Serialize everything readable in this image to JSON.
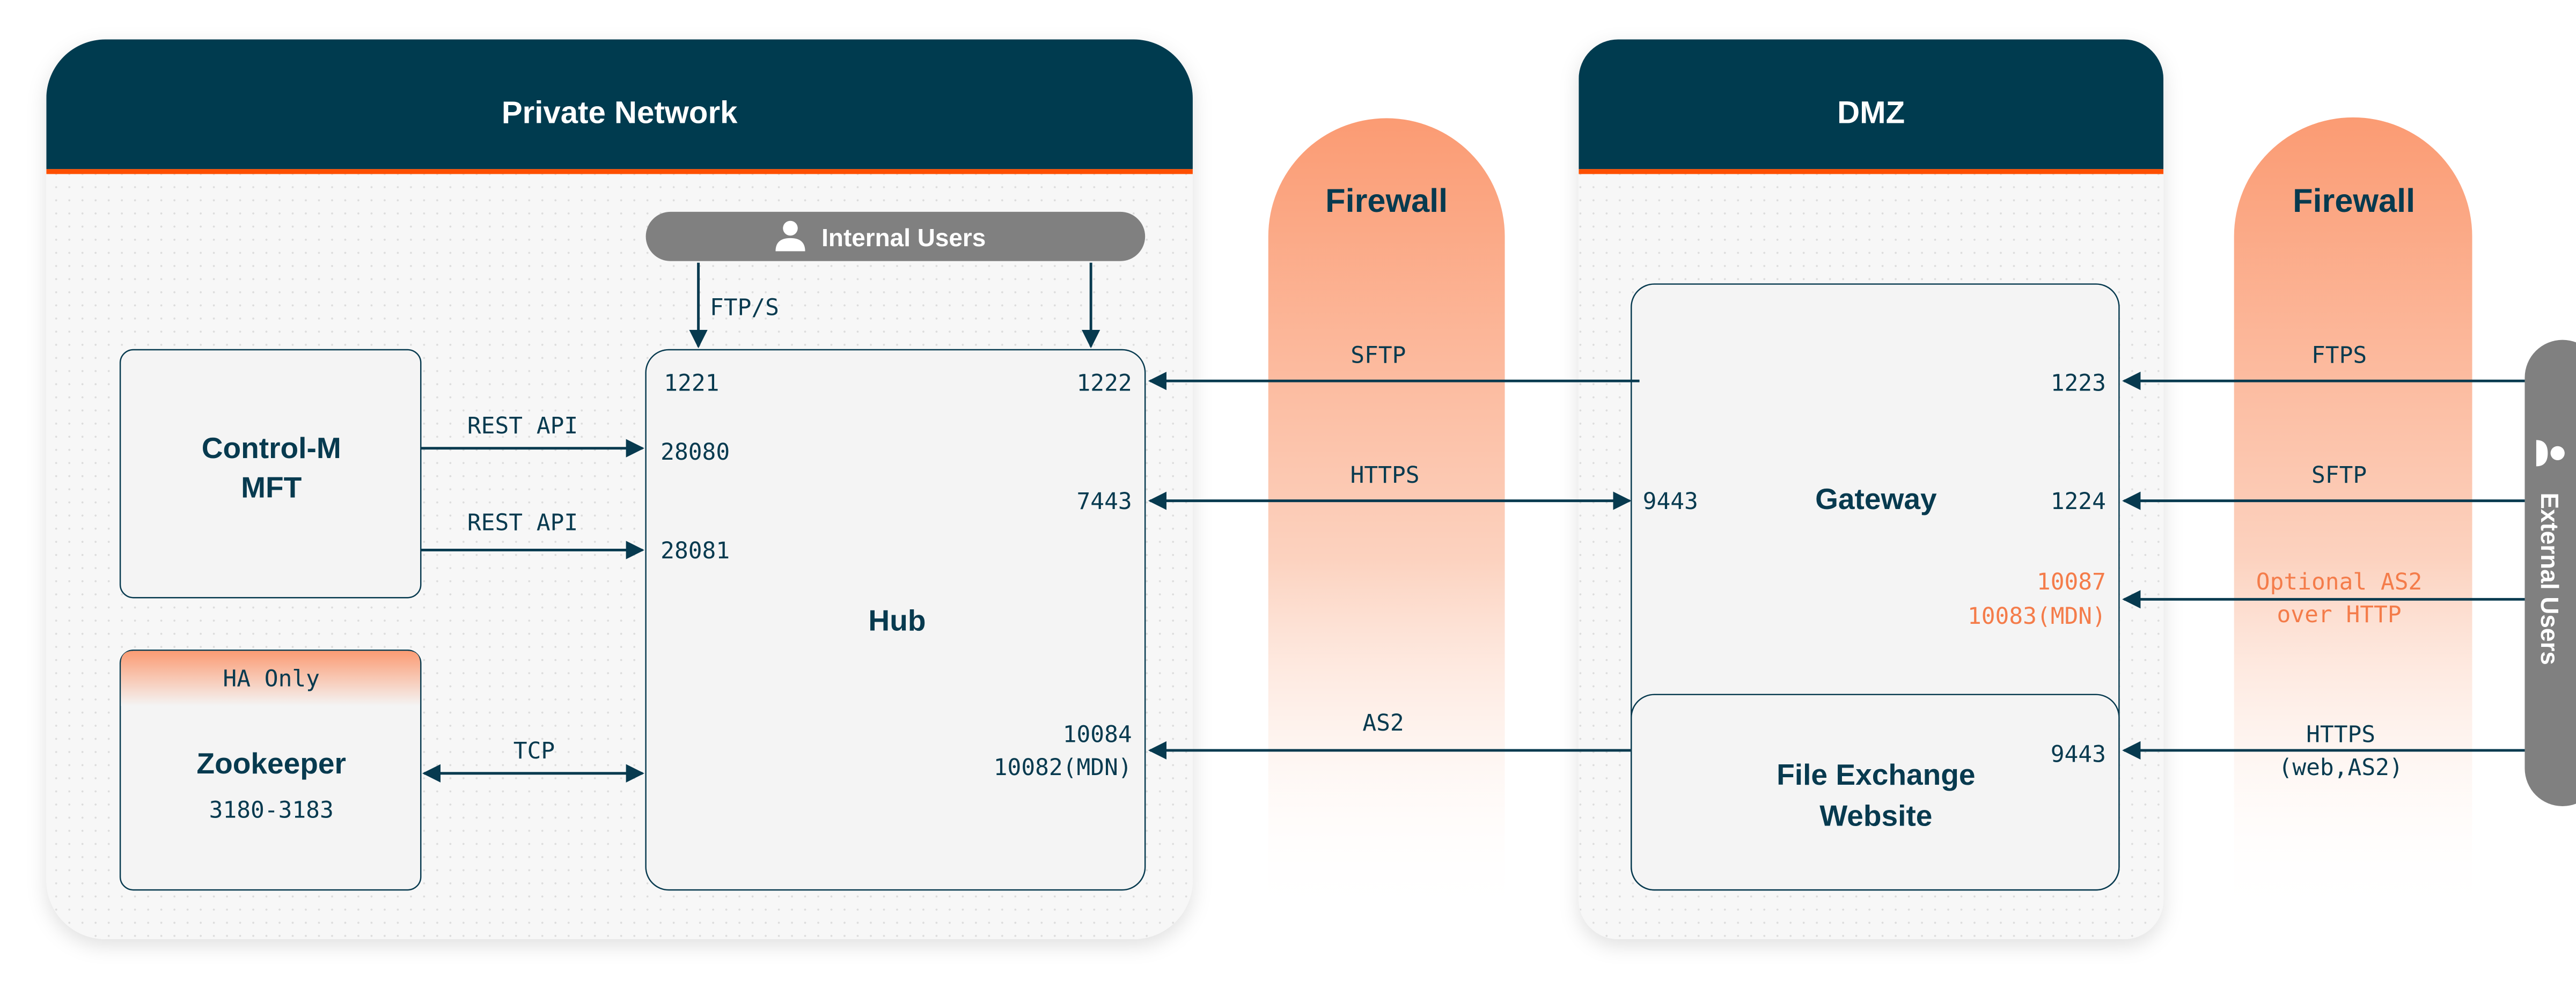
{
  "colors": {
    "header": "#033a4f",
    "accent": "#fe5000",
    "firewall": "#fb9b73",
    "optional": "#f47c4a",
    "users_pill": "#808080"
  },
  "private_network": {
    "title": "Private Network",
    "internal_users": {
      "label": "Internal Users",
      "icon": "user-icon"
    },
    "ftps_label": "FTP/S",
    "control_m": {
      "line1": "Control-M",
      "line2": "MFT"
    },
    "zookeeper": {
      "badge": "HA Only",
      "title": "Zookeeper",
      "ports": "3180-3183"
    },
    "rest_api_1": "REST API",
    "rest_api_2": "REST API",
    "tcp": "TCP",
    "hub": {
      "title": "Hub",
      "port_1221": "1221",
      "port_1222": "1222",
      "port_28080": "28080",
      "port_28081": "28081",
      "port_7443": "7443",
      "port_10084": "10084",
      "port_10082": "10082(MDN)"
    }
  },
  "firewall_1": {
    "title": "Firewall",
    "sftp": "SFTP",
    "https": "HTTPS",
    "as2": "AS2"
  },
  "dmz": {
    "title": "DMZ",
    "gateway": {
      "title": "Gateway",
      "port_9443": "9443",
      "port_1223": "1223",
      "port_1224": "1224",
      "port_10087": "10087",
      "port_10083": "10083(MDN)"
    },
    "file_exchange": {
      "line1": "File Exchange",
      "line2": "Website",
      "port": "9443"
    }
  },
  "firewall_2": {
    "title": "Firewall",
    "ftps": "FTPS",
    "sftp": "SFTP",
    "optional_1": "Optional AS2",
    "optional_2": "over HTTP",
    "https_1": "HTTPS",
    "https_2": "(web,AS2)"
  },
  "external_users": {
    "label": "External Users",
    "icon": "user-icon"
  }
}
